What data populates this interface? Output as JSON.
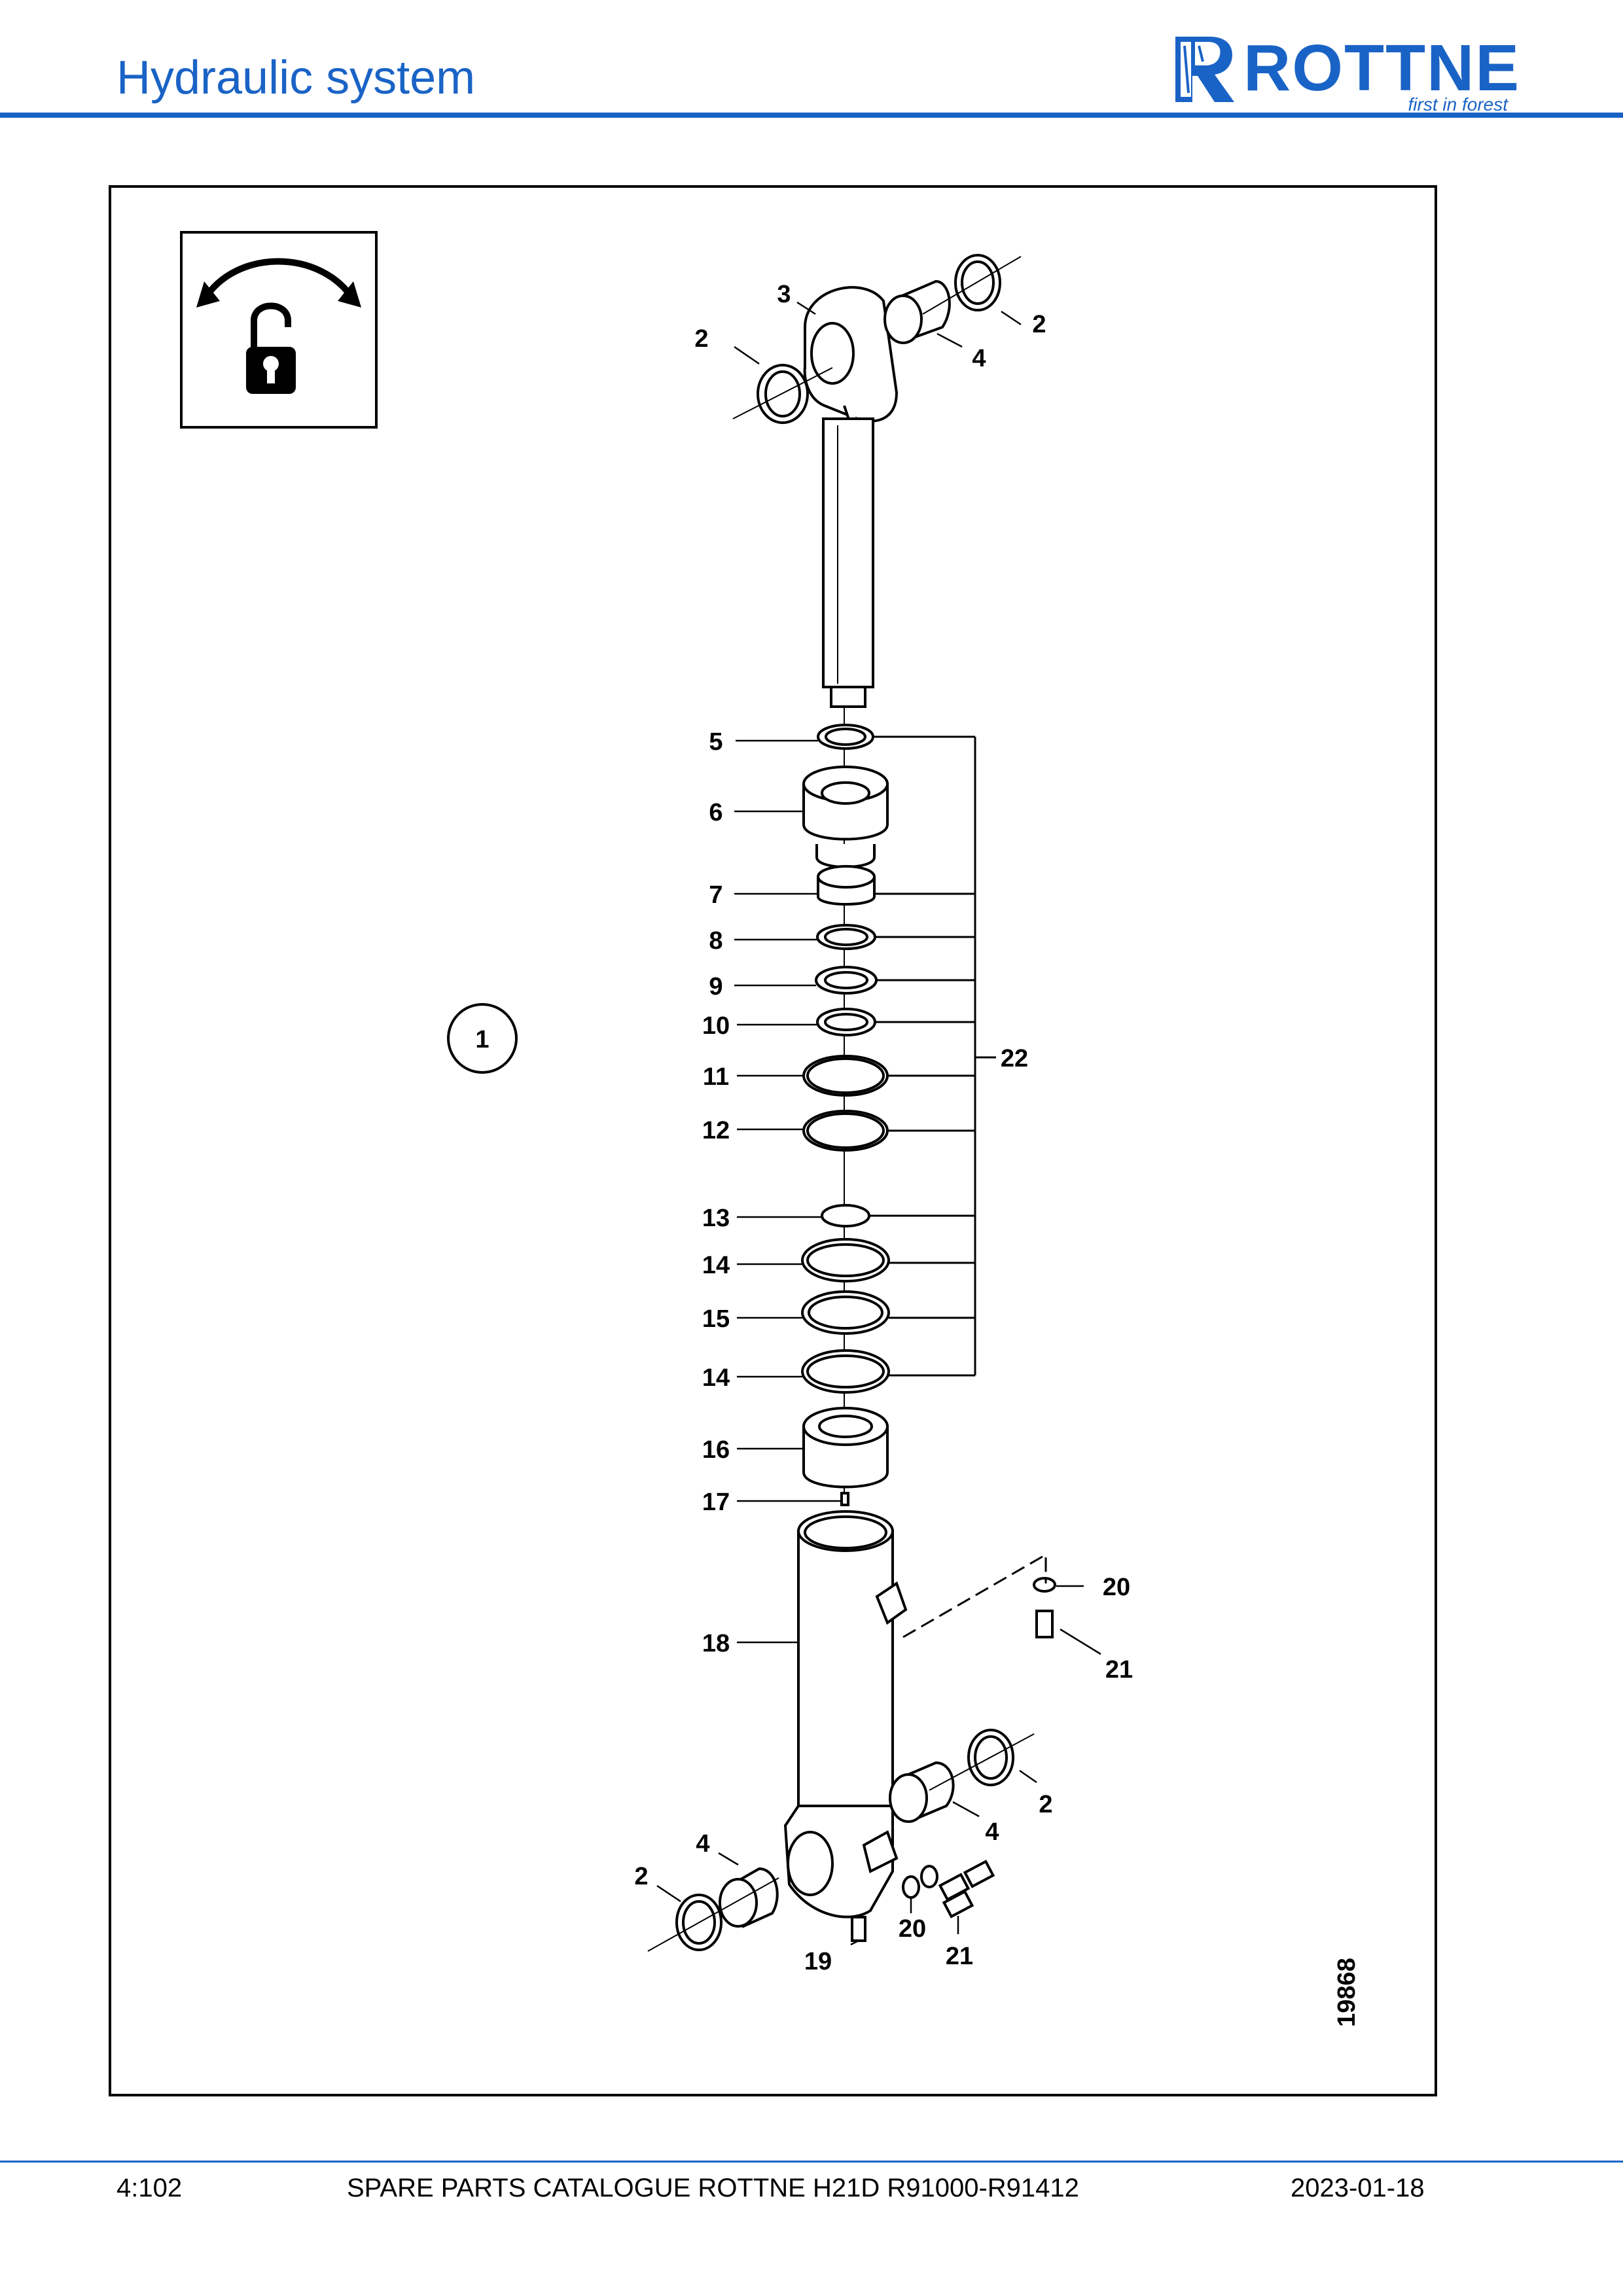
{
  "header": {
    "title": "Hydraulic system"
  },
  "logo": {
    "name": "ROTTNE",
    "tagline": "first in forest"
  },
  "figure": {
    "drawing_number": "19868",
    "assembly_callout": "1",
    "labels": [
      "2",
      "3",
      "2",
      "4",
      "5",
      "6",
      "7",
      "8",
      "9",
      "10",
      "11",
      "12",
      "13",
      "14",
      "15",
      "14",
      "16",
      "17",
      "18",
      "20",
      "21",
      "2",
      "4",
      "4",
      "2",
      "20",
      "21",
      "19",
      "22"
    ]
  },
  "footer": {
    "page": "4:102",
    "catalogue": "SPARE PARTS CATALOGUE ROTTNE H21D R91000-R91412",
    "date": "2023-01-18"
  },
  "colors": {
    "brand_blue": "#1a63c6",
    "line": "#000000"
  }
}
